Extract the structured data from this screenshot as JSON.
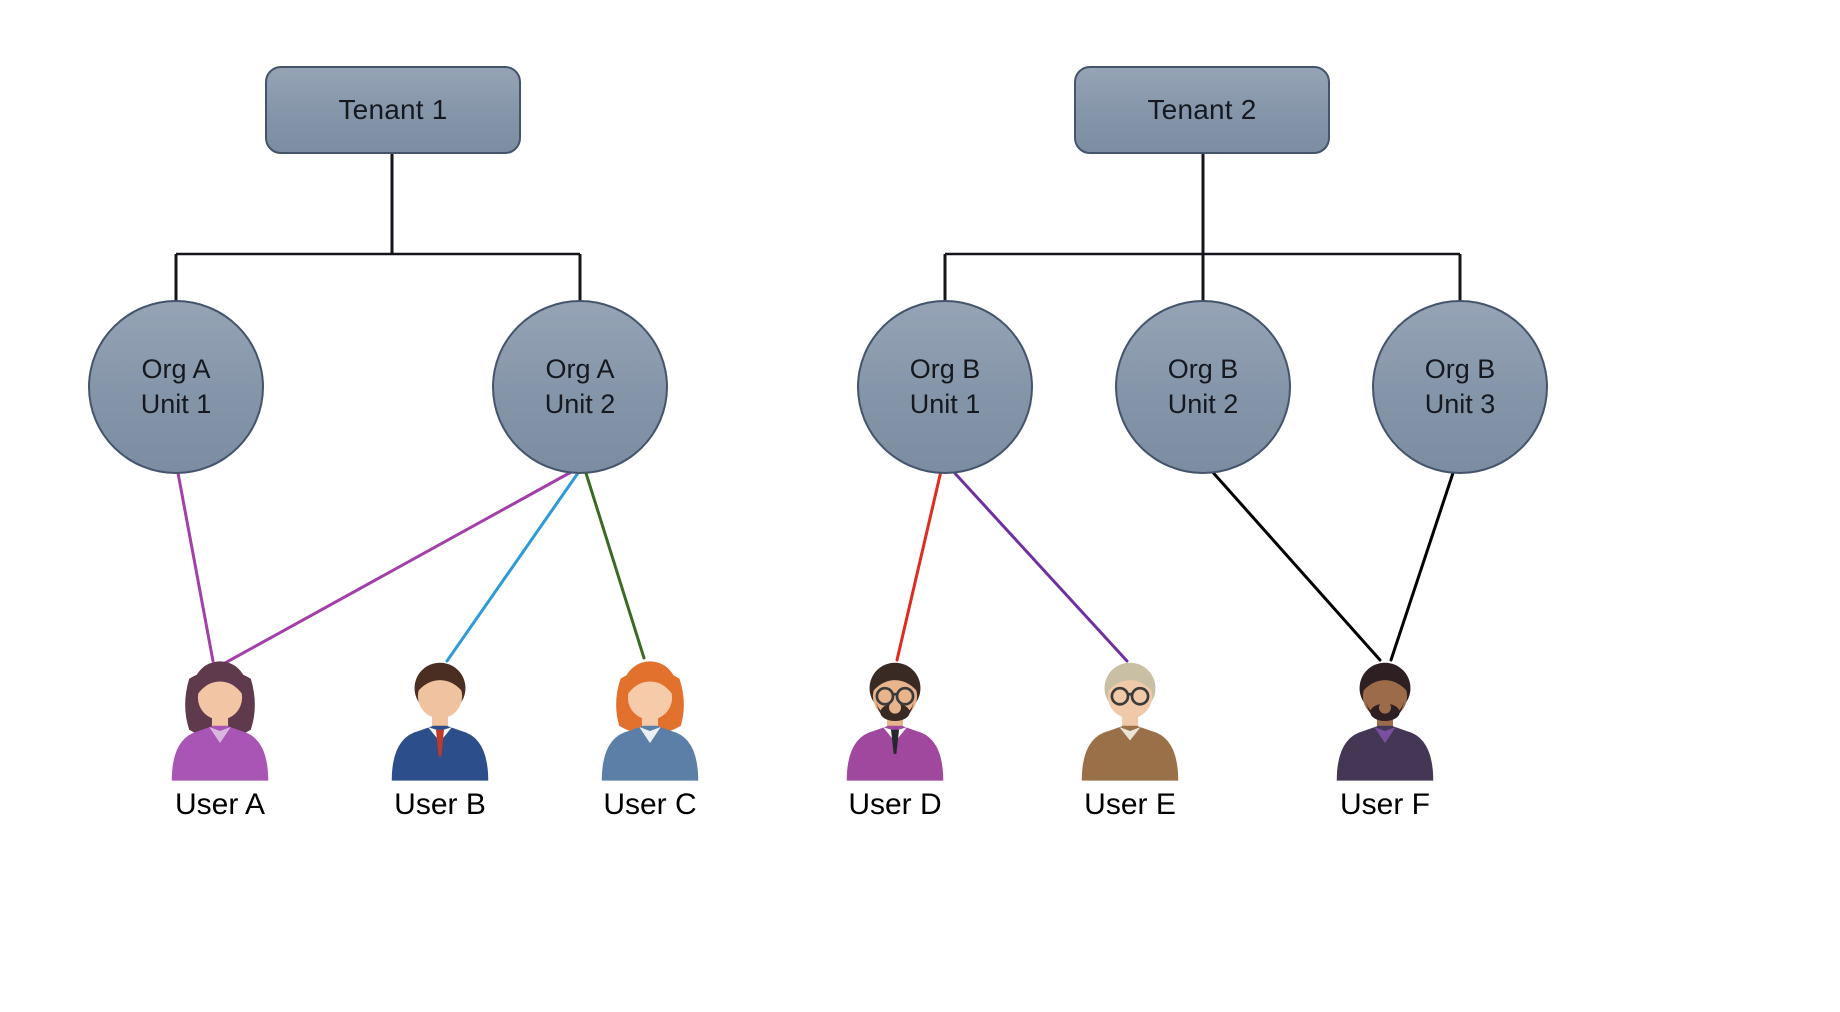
{
  "tenants": [
    {
      "label": "Tenant 1"
    },
    {
      "label": "Tenant 2"
    }
  ],
  "org_units": [
    {
      "line1": "Org A",
      "line2": "Unit 1"
    },
    {
      "line1": "Org A",
      "line2": "Unit 2"
    },
    {
      "line1": "Org B",
      "line2": "Unit 1"
    },
    {
      "line1": "Org B",
      "line2": "Unit 2"
    },
    {
      "line1": "Org B",
      "line2": "Unit 3"
    }
  ],
  "users": [
    {
      "label": "User A",
      "colors": {
        "skin": "#F2C5A4",
        "hair": "#5E3A4C",
        "shirt": "#A855B5",
        "collar": "#D9B6DF"
      }
    },
    {
      "label": "User B",
      "colors": {
        "skin": "#F0C2A0",
        "hair": "#4A2E22",
        "shirt": "#2C4E8A",
        "collar": "#FFFFFF",
        "tie": "#C0392B"
      }
    },
    {
      "label": "User C",
      "colors": {
        "skin": "#F5CBAA",
        "hair": "#E2712E",
        "shirt": "#5B7FA6",
        "collar": "#EAF0F5"
      }
    },
    {
      "label": "User D",
      "colors": {
        "skin": "#E8B48C",
        "hair": "#3A2A24",
        "shirt": "#A0489E",
        "collar": "#FFFFFF",
        "tie": "#26262E"
      }
    },
    {
      "label": "User E",
      "colors": {
        "skin": "#F0C9A8",
        "hair": "#C9BFA5",
        "shirt": "#9A7048",
        "collar": "#E9E4D6"
      }
    },
    {
      "label": "User F",
      "colors": {
        "skin": "#9C6B4A",
        "hair": "#2E1F23",
        "shirt": "#443756",
        "collar": "#7B4FA0"
      }
    }
  ],
  "edges": [
    {
      "from": "Org A Unit 1",
      "to": "User A",
      "color": "#A23FA8"
    },
    {
      "from": "Org A Unit 2",
      "to": "User A",
      "color": "#A23FA8"
    },
    {
      "from": "Org A Unit 2",
      "to": "User B",
      "color": "#2E9BD6"
    },
    {
      "from": "Org A Unit 2",
      "to": "User C",
      "color": "#3A6B25"
    },
    {
      "from": "Org B Unit 1",
      "to": "User D",
      "color": "#E02B20"
    },
    {
      "from": "Org B Unit 1",
      "to": "User E",
      "color": "#7030A0"
    },
    {
      "from": "Org B Unit 2",
      "to": "User F",
      "color": "#000000"
    },
    {
      "from": "Org B Unit 3",
      "to": "User F",
      "color": "#000000"
    }
  ],
  "colors": {
    "node_fill": "#8A99AC",
    "node_border": "#44546A",
    "connector": "#15161d"
  }
}
